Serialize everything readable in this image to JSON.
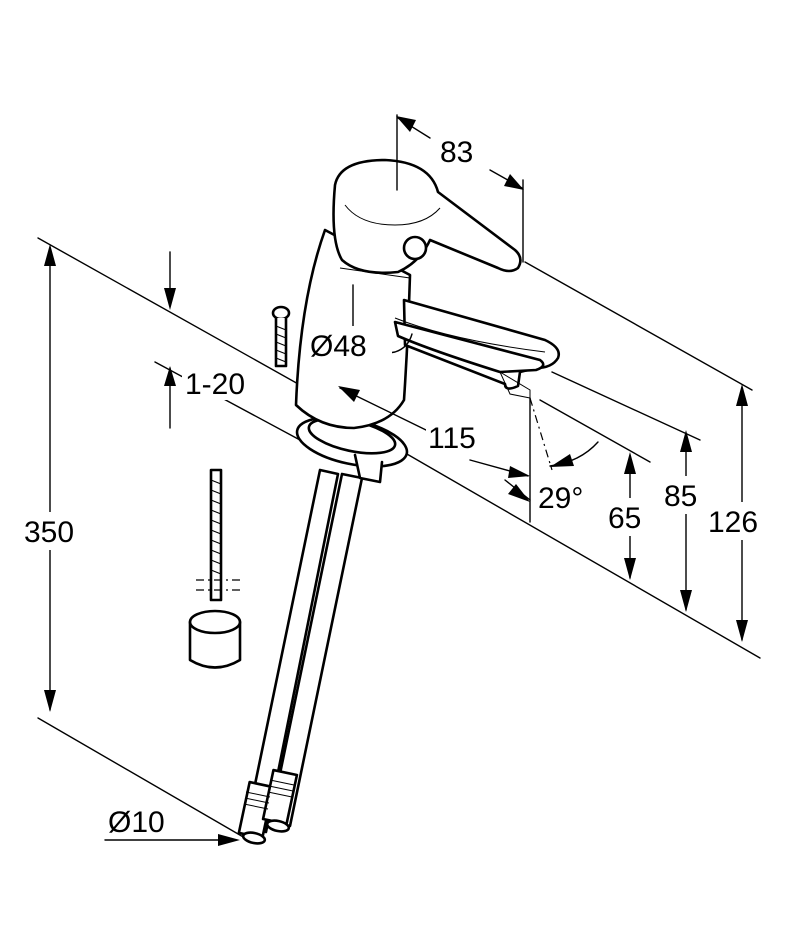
{
  "diagram": {
    "dimensions": {
      "handle_width": "83",
      "body_diameter": "Ø48",
      "spout_reach": "115",
      "spout_angle": "29°",
      "clamp_range": "1-20",
      "height_65": "65",
      "height_85": "85",
      "height_126": "126",
      "hose_length": "350",
      "hose_diameter": "Ø10"
    }
  },
  "colors": {
    "line": "#000000",
    "background": "#ffffff"
  }
}
